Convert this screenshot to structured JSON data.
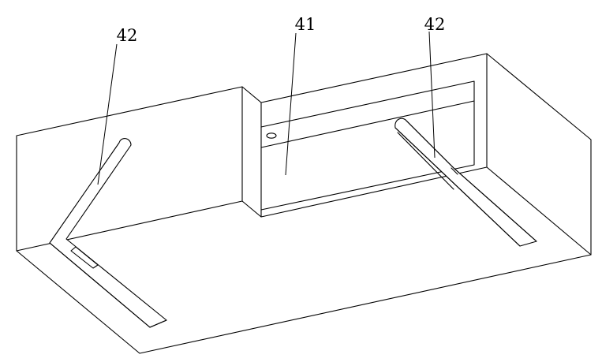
{
  "figure": {
    "labels": {
      "part_left": "42",
      "part_center": "41",
      "part_right": "42"
    }
  }
}
